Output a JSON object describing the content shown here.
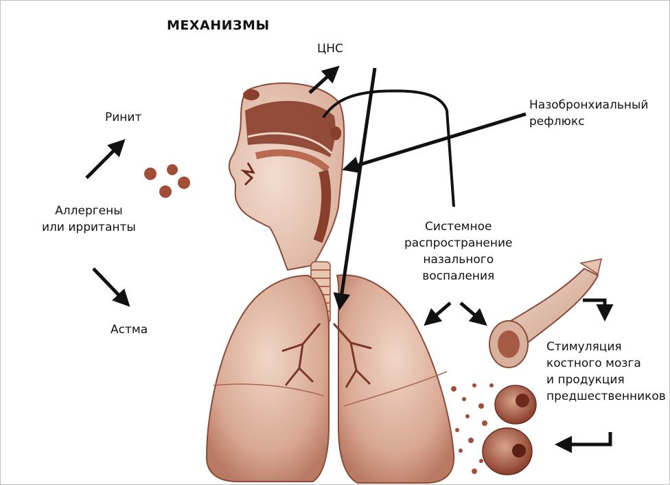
{
  "title": "МЕХАНИЗМЫ",
  "labels": {
    "cns": "ЦНС",
    "rhinitis": "Ринит",
    "allergens_line1": "Аллергены",
    "allergens_line2": "или ирританты",
    "asthma": "Астма",
    "reflux_line1": "Назобронхиальный",
    "reflux_line2": "рефлюкс",
    "systemic_line1": "Системное",
    "systemic_line2": "распространение",
    "systemic_line3": "назального",
    "systemic_line4": "воспаления",
    "marrow_line1": "Стимуляция",
    "marrow_line2": "костного мозга",
    "marrow_line3": "и продукция",
    "marrow_line4": "предшественников"
  },
  "colors": {
    "tissue": "#e8c9b8",
    "tissue_dark": "#a55a44",
    "cavity": "#8a3e2c",
    "arrow": "#111111"
  }
}
